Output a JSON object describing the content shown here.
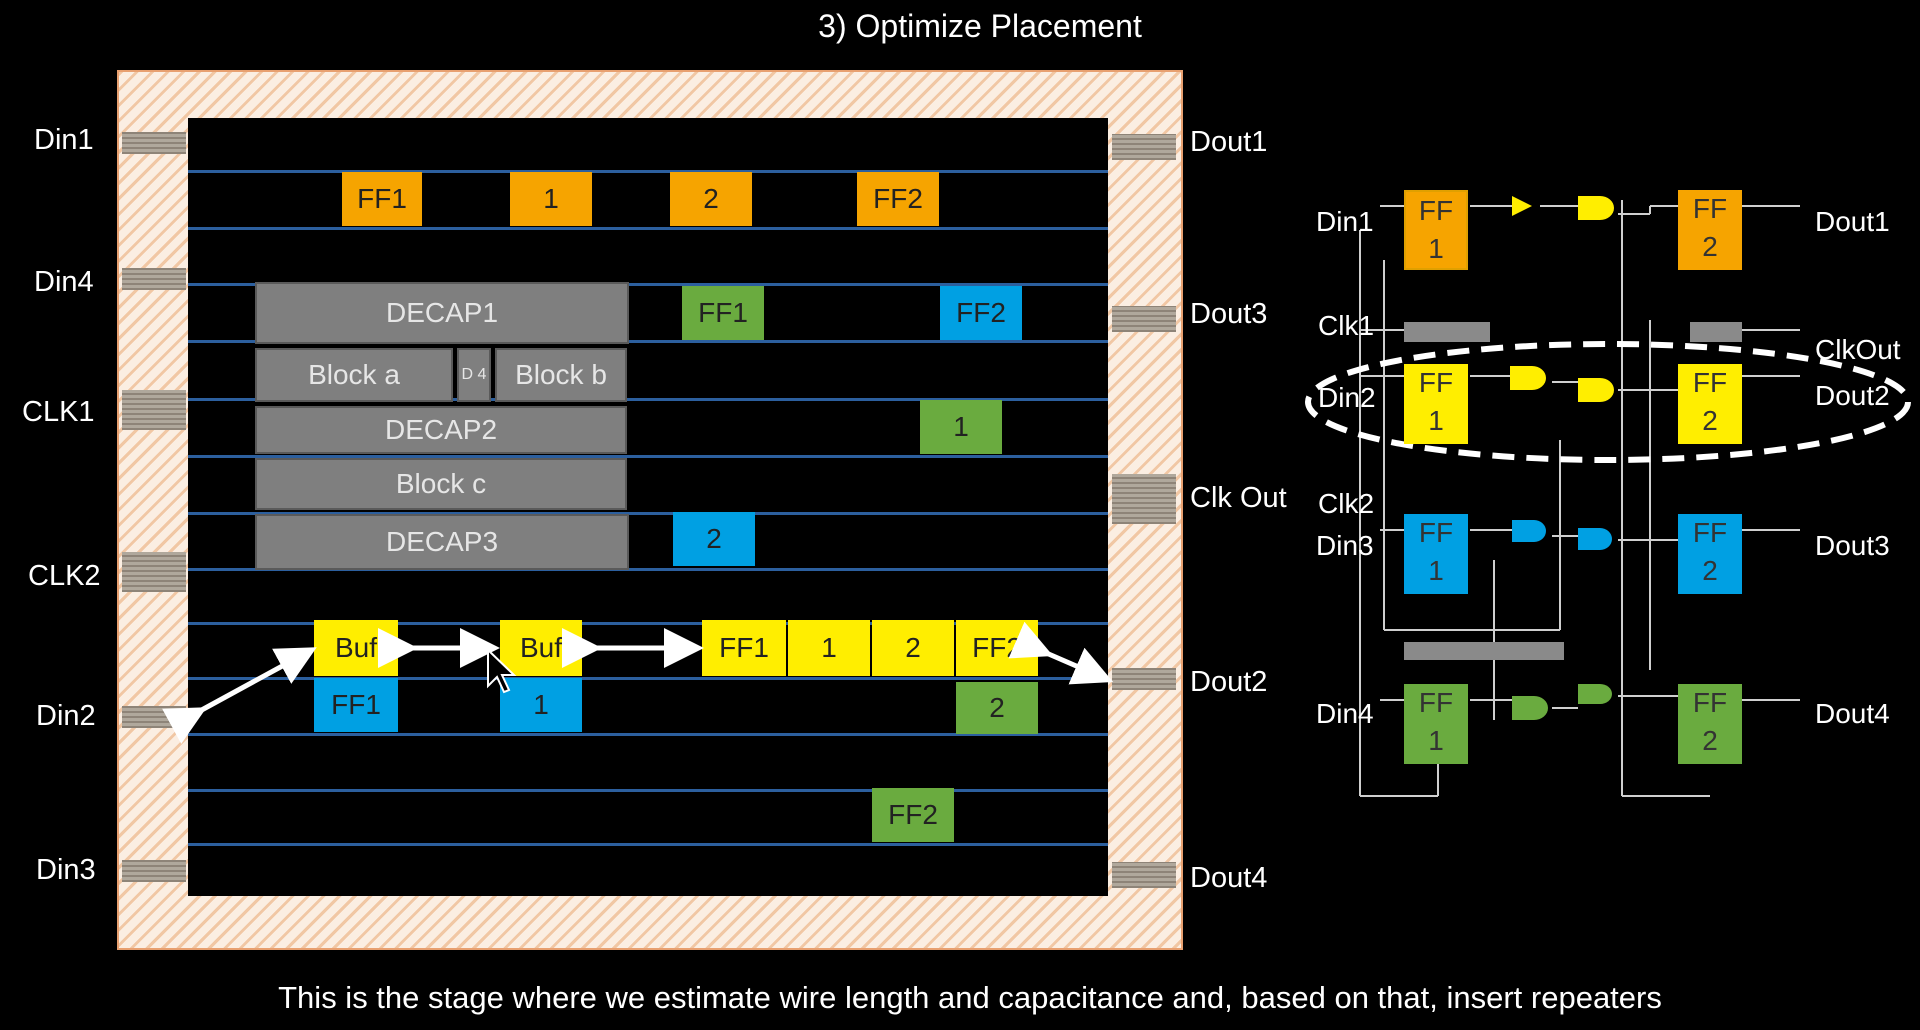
{
  "title": "3) Optimize Placement",
  "caption": "This is the stage where we estimate wire length and capacitance and, based on that, insert repeaters",
  "colors": {
    "orange": "#f6a400",
    "green": "#6aab3f",
    "blue": "#00a0e3",
    "yellow": "#ffee00",
    "gray": "#7f7f7f",
    "row": "#2c5f9e"
  },
  "left_pins": [
    "Din1",
    "Din4",
    "CLK1",
    "CLK2",
    "Din2",
    "Din3"
  ],
  "right_pins": [
    "Dout1",
    "Dout3",
    "Clk Out",
    "Dout2",
    "Dout4"
  ],
  "blocks": {
    "decap1": "DECAP1",
    "block_a": "Block a",
    "d4": "D 4",
    "block_b": "Block b",
    "decap2": "DECAP2",
    "block_c": "Block c",
    "decap3": "DECAP3"
  },
  "cells": {
    "orange": [
      "FF1",
      "1",
      "2",
      "FF2"
    ],
    "green": [
      "FF1",
      "1",
      "2",
      "FF2"
    ],
    "blue": [
      "FF2",
      "2",
      "FF1",
      "1"
    ],
    "yellow": [
      "Buf",
      "Buf",
      "FF1",
      "1",
      "2",
      "FF2"
    ]
  },
  "schematic": {
    "left_labels": [
      "Din1",
      "Clk1",
      "Din2",
      "Clk2",
      "Din3",
      "Din4"
    ],
    "right_labels": [
      "Dout1",
      "ClkOut",
      "Dout2",
      "Dout3",
      "Dout4"
    ],
    "ff_top": "FF",
    "ff_bottom": [
      "1",
      "2"
    ]
  }
}
